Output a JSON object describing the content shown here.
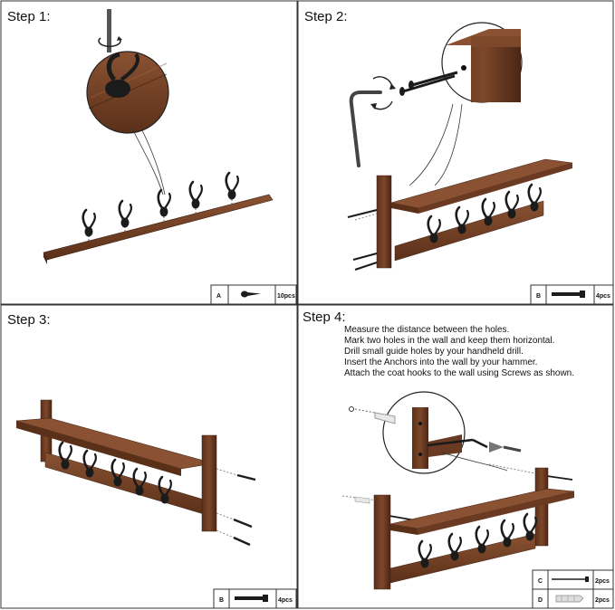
{
  "steps": [
    {
      "title": "Step 1:",
      "part": {
        "letter": "A",
        "qty": "10pcs",
        "icon": "hook-screw-icon"
      }
    },
    {
      "title": "Step 2:",
      "part": {
        "letter": "B",
        "qty": "4pcs",
        "icon": "long-screw-icon"
      }
    },
    {
      "title": "Step 3:",
      "part": {
        "letter": "B",
        "qty": "4pcs",
        "icon": "long-screw-icon"
      }
    },
    {
      "title": "Step 4:",
      "parts": [
        {
          "letter": "C",
          "qty": "2pcs",
          "icon": "screw-icon"
        },
        {
          "letter": "D",
          "qty": "2pcs",
          "icon": "wall-anchor-icon"
        }
      ]
    }
  ],
  "instructions": [
    "Measure the distance between the holes.",
    "Mark two holes in the wall and keep them horizontal.",
    "Drill small guide holes by your handheld drill.",
    "Insert the Anchors into the wall by your hammer.",
    "Attach the coat hooks to the wall using Screws as shown."
  ],
  "colors": {
    "wood": "#6b3a22",
    "wood_dark": "#4a2616",
    "wood_light": "#8a5232",
    "metal": "#1b1b1b",
    "line": "#333333"
  }
}
